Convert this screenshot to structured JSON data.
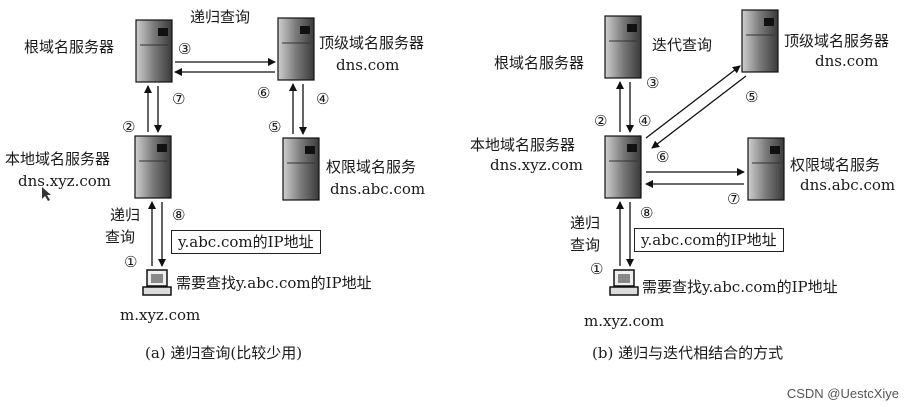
{
  "left": {
    "title": "递归查询",
    "root": "根域名服务器",
    "tld": "顶级域名服务器",
    "tld_host": "dns.com",
    "local": "本地域名服务器",
    "local_host": "dns.xyz.com",
    "auth": "权限域名服务",
    "auth_host": "dns.abc.com",
    "query_label_1": "递归",
    "query_label_2": "查询",
    "answer_box": "y.abc.com的IP地址",
    "need": "需要查找y.abc.com的IP地址",
    "client_host": "m.xyz.com",
    "caption": "(a) 递归查询(比较少用)",
    "steps": [
      "①",
      "②",
      "③",
      "④",
      "⑤",
      "⑥",
      "⑦",
      "⑧"
    ]
  },
  "right": {
    "title": "迭代查询",
    "root": "根域名服务器",
    "tld": "顶级域名服务器",
    "tld_host": "dns.com",
    "local": "本地域名服务器",
    "local_host": "dns.xyz.com",
    "auth": "权限域名服务",
    "auth_host": "dns.abc.com",
    "query_label_1": "递归",
    "query_label_2": "查询",
    "answer_box": "y.abc.com的IP地址",
    "need": "需要查找y.abc.com的IP地址",
    "client_host": "m.xyz.com",
    "caption": "(b) 递归与迭代相结合的方式",
    "steps": [
      "①",
      "②",
      "③",
      "④",
      "⑤",
      "⑥",
      "⑦",
      "⑧"
    ]
  },
  "watermark": "CSDN @UestcXiye"
}
